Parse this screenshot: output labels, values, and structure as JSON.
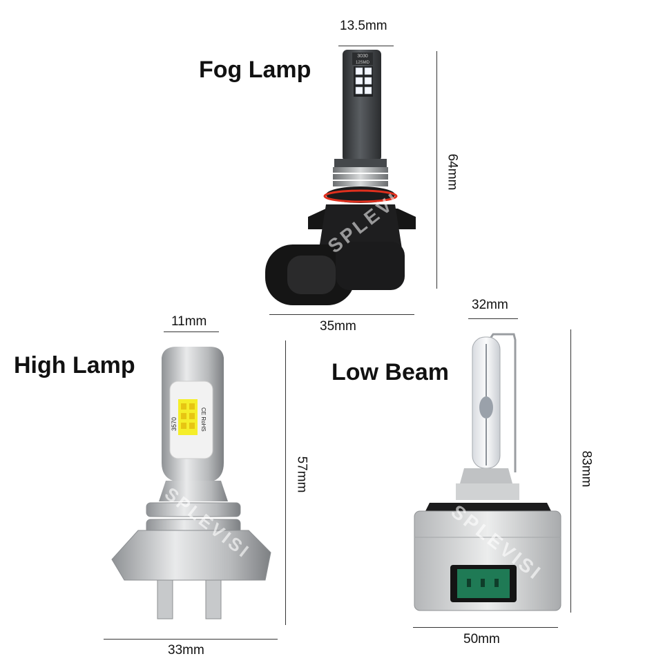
{
  "fog": {
    "title": "Fog Lamp",
    "width": "13.5mm",
    "height": "64mm",
    "base": "35mm",
    "chip_line1": "3030",
    "chip_line2": "12SMD"
  },
  "high": {
    "title": "High Lamp",
    "width": "11mm",
    "height": "57mm",
    "base": "33mm",
    "chip_model": "3570",
    "chip_marks": "CE RoHS"
  },
  "low": {
    "title": "Low Beam",
    "width": "32mm",
    "height": "83mm",
    "base": "50mm"
  },
  "watermark": "SPLEVISI",
  "colors": {
    "fog_body": "#3a3d40",
    "fog_base": "#1c1c1c",
    "fog_ring": "#e0301e",
    "silver": "#c4c6c8",
    "chip_yellow": "#f5ee2a",
    "connector_green": "#1f7a55"
  }
}
